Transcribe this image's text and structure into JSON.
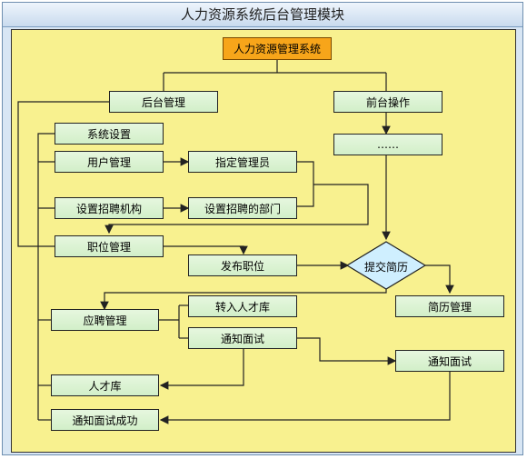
{
  "title": "人力资源系统后台管理模块",
  "nodes": {
    "root": "人力资源管理系统",
    "backend": "后台管理",
    "frontend": "前台操作",
    "ellipsis": "……",
    "sys_settings": "系统设置",
    "user_mgmt": "用户管理",
    "assign_admin": "指定管理员",
    "set_recruit_org": "设置招聘机构",
    "set_recruit_dept": "设置招聘的部门",
    "position_mgmt": "职位管理",
    "publish_position": "发布职位",
    "submit_resume": "提交简历",
    "resume_mgmt": "简历管理",
    "applicant_mgmt": "应聘管理",
    "to_talent_pool": "转入人才库",
    "notify_interview_left": "通知面试",
    "notify_interview_right": "通知面试",
    "talent_pool": "人才库",
    "notify_interview_success": "通知面试成功"
  },
  "colors": {
    "panel": "#f8f18f",
    "node": "#d2efc9",
    "root": "#f7a51a",
    "decision": "#cfefff",
    "frame": "#d8e6f4"
  }
}
